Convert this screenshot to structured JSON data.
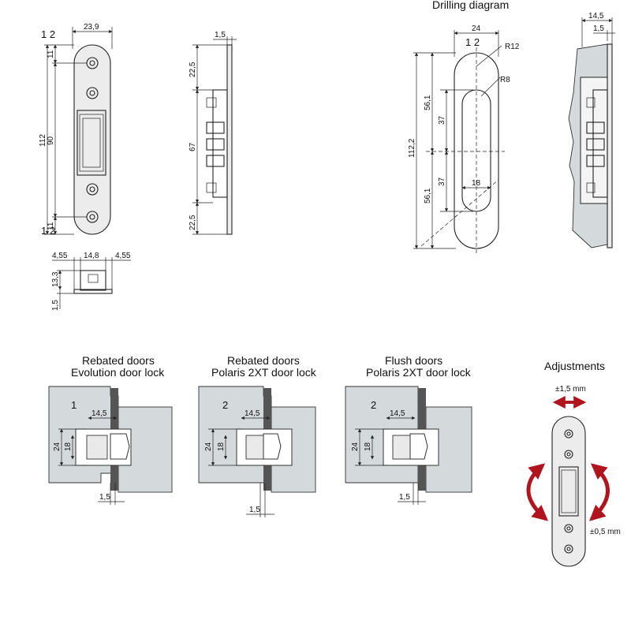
{
  "top_left": {
    "pos_labels": "1  2",
    "width": "23,9",
    "hole_top": "11",
    "total_height": "112",
    "hole_span": "90",
    "hole_bottom": "11",
    "bottom": {
      "w_left": "4,55",
      "w_mid": "14,8",
      "w_right": "4,55",
      "height": "13,3",
      "plate": "1,5"
    }
  },
  "side_view": {
    "plate": "1,5",
    "top": "22,5",
    "middle": "67",
    "bottom": "22,5"
  },
  "drilling": {
    "title": "Drilling diagram",
    "width": "24",
    "pos_labels": "1  2",
    "r_outer": "R12",
    "r_inner": "R8",
    "half_top": "56,1",
    "slot_top": "37",
    "total": "112,2",
    "slot_bottom": "37",
    "half_bottom": "56,1",
    "slot_width": "18"
  },
  "right_side": {
    "depth": "14,5",
    "plate": "1,5"
  },
  "sections": [
    {
      "title_line1": "Rebated doors",
      "title_line2": "Evolution door lock",
      "pos": "1",
      "depth": "14,5",
      "h_outer": "24",
      "h_inner": "18",
      "gap": "1,5"
    },
    {
      "title_line1": "Rebated doors",
      "title_line2": "Polaris 2XT door lock",
      "pos": "2",
      "depth": "14,5",
      "h_outer": "24",
      "h_inner": "18",
      "gap": "1,5"
    },
    {
      "title_line1": "Flush doors",
      "title_line2": "Polaris 2XT door lock",
      "pos": "2",
      "depth": "14,5",
      "h_outer": "24",
      "h_inner": "18",
      "gap": "1,5"
    }
  ],
  "adjustments": {
    "title": "Adjustments",
    "horizontal": "±1,5 mm",
    "vertical": "±0,5 mm",
    "arrow_color": "#b0151d"
  }
}
